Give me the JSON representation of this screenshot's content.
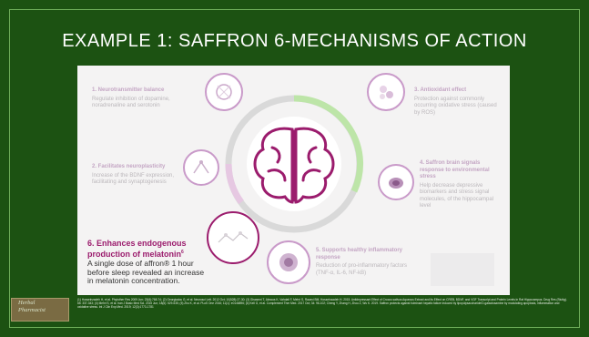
{
  "title": "EXAMPLE 1: SAFFRON 6-MECHANISMS OF ACTION",
  "mechanisms": [
    {
      "heading": "1. Neurotransmitter balance",
      "body": "Regulate inhibition of dopamine, noradrenaline and serotonin"
    },
    {
      "heading": "2. Facilitates neuroplasticity",
      "body": "Increase of the BDNF expression, facilitating and synaptogenesis"
    },
    {
      "heading": "3. Antioxidant effect",
      "body": "Protection against commonly occurring oxidative stress (caused by ROS)"
    },
    {
      "heading": "4. Saffron brain signals response to environmental stress",
      "body": "Help decrease depressive biomarkers and stress signal molecules, of the hippocampal level"
    },
    {
      "heading": "5. Supports healthy inflammatory response",
      "body": "Reduction of pro-inflammatory factors (TNF-α, IL-6, NF-kB)"
    },
    {
      "heading": "6. Enhances endogenous production of melatonin",
      "superscript": "6",
      "body": "A single dose of affron® 1 hour before sleep revealed an increase in melatonin concentration."
    }
  ],
  "references": "(1) Hosseinzadeh H, et al. Phytother Res 2009 Jun; 23(6):768-74; (2) Georgiadou G, et al. Neurosci Lett. 2012 Oct; 10(528):27-30; (3) Ghasemi T, Abnous K, Vahdati F, Mehri S, Razavi BM, Hosseinzadeh H. 2015. Antidepressant Effect of Crocus sativus Aqueous Extract and its Effect on CREB, BDNF, and VGF Transcript and Protein Levels in Rat Hippocampus. Drug Res (Stuttg). 65: 337-343; (4) Mehri S, et al. Iran J Basic Med Sci. 2015 Jun; 18(6): 529-535; (5) Zhu K, et al. PLoS One 2016; 11(1): e0146896; (6) Kell G, et al. Complement Ther Med. 2017 Oct; 34: 96-102; Cheng Y, Zhang H, Zhou Z, Wu K. 2019. Saffron protects against fulminant hepatic failure induced by lipopolysaccharide/D-galactosamine by modulating apoptosis, inflammation and oxidative stress. Int J Clin Exp Med. 2019; 12(3):1773-1781",
  "logo": {
    "line1": "Herbal",
    "line2": "Pharmacist"
  },
  "colors": {
    "background": "#1c5212",
    "accent": "#9b1c6d",
    "ring": "#c99ac9"
  }
}
